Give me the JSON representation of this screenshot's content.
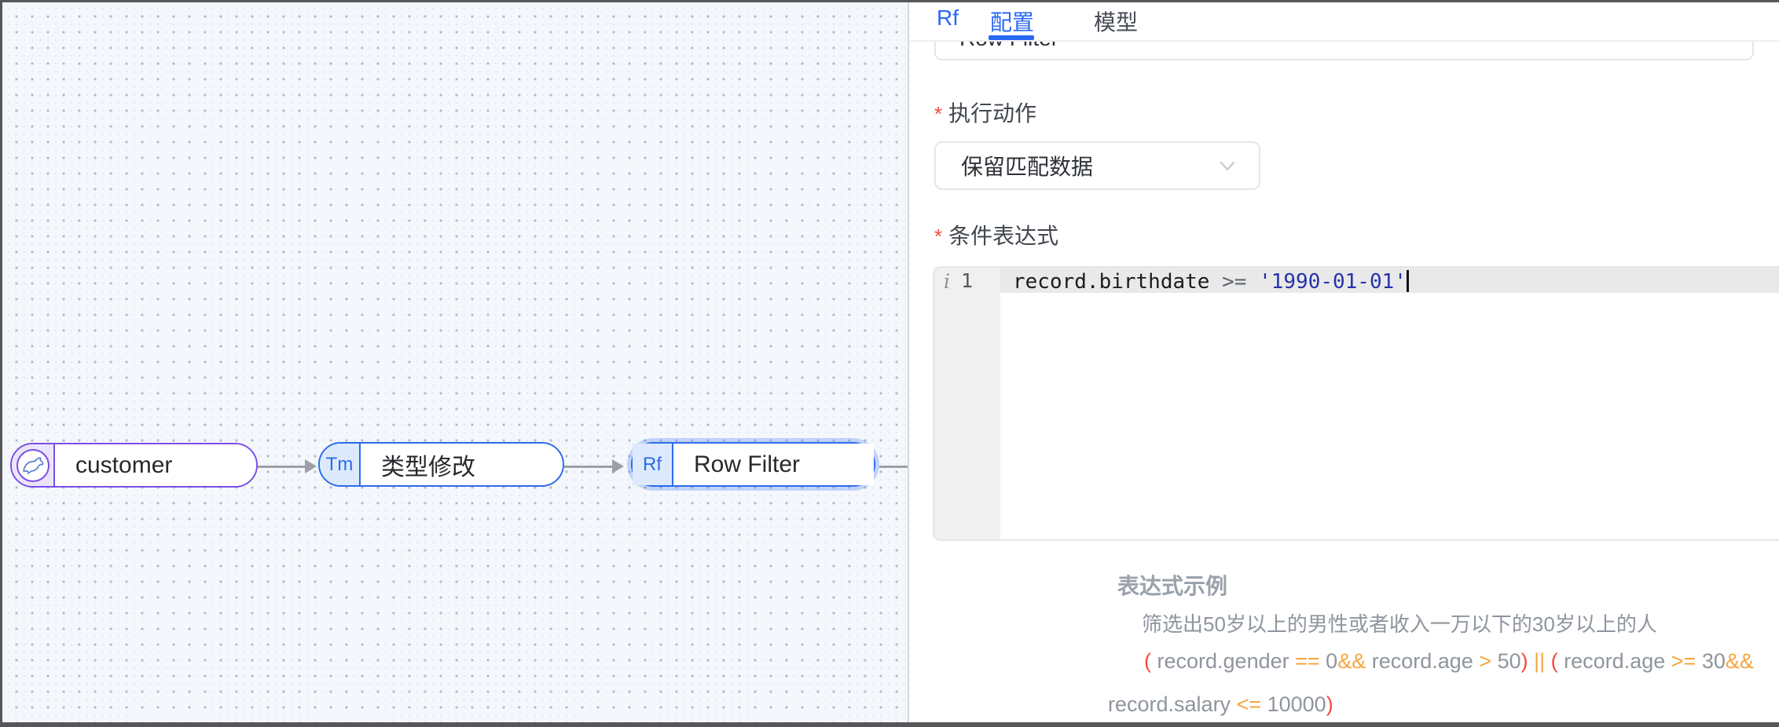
{
  "required_marker": "*",
  "tabs": {
    "type_badge": "Rf",
    "items": [
      {
        "label": "配置",
        "active": true
      },
      {
        "label": "模型",
        "active": false
      }
    ]
  },
  "canvas": {
    "nodes": [
      {
        "id": "customer",
        "label": "customer",
        "badge_icon": "mysql-dolphin-icon",
        "color": "purple"
      },
      {
        "id": "type-modify",
        "label": "类型修改",
        "badge_text": "Tm",
        "color": "blue"
      },
      {
        "id": "row-filter",
        "label": "Row Filter",
        "badge_text": "Rf",
        "color": "blue",
        "selected": true
      }
    ]
  },
  "panel": {
    "name_input": {
      "value": "Row Filter"
    },
    "action_field": {
      "label": "执行动作",
      "value": "保留匹配数据"
    },
    "expression_field": {
      "label": "条件表达式"
    },
    "editor": {
      "gutter_icon": "i",
      "line_number": "1",
      "tokens": [
        {
          "t": "record.birthdate ",
          "c": "code"
        },
        {
          "t": ">= ",
          "c": "op"
        },
        {
          "t": "'1990-01-01'",
          "c": "str"
        }
      ]
    },
    "examples": {
      "title": "表达式示例",
      "description": "筛选出50岁以上的男性或者收入一万以下的30岁以上的人",
      "expression_line1": [
        {
          "t": "( ",
          "c": "red"
        },
        {
          "t": "record.gender ",
          "c": "gray"
        },
        {
          "t": "== ",
          "c": "orange"
        },
        {
          "t": "0",
          "c": "gray"
        },
        {
          "t": "&& ",
          "c": "orange"
        },
        {
          "t": "record.age ",
          "c": "gray"
        },
        {
          "t": "> ",
          "c": "orange"
        },
        {
          "t": "50",
          "c": "gray"
        },
        {
          "t": ") ",
          "c": "red"
        },
        {
          "t": "|| ",
          "c": "orange"
        },
        {
          "t": "( ",
          "c": "red"
        },
        {
          "t": "record.age ",
          "c": "gray"
        },
        {
          "t": ">= ",
          "c": "orange"
        },
        {
          "t": "30",
          "c": "gray"
        },
        {
          "t": "&&",
          "c": "orange"
        }
      ],
      "expression_line2": [
        {
          "t": "record.salary ",
          "c": "gray"
        },
        {
          "t": "<= ",
          "c": "orange"
        },
        {
          "t": "10000",
          "c": "gray"
        },
        {
          "t": ")",
          "c": "red"
        }
      ]
    }
  },
  "colors": {
    "accent_blue": "#2968f5",
    "node_purple": "#7a4fe9",
    "node_blue": "#2b6cea",
    "operator_orange": "#f5a63d",
    "paren_red": "#f5483b",
    "string_navy": "#2633ab"
  }
}
